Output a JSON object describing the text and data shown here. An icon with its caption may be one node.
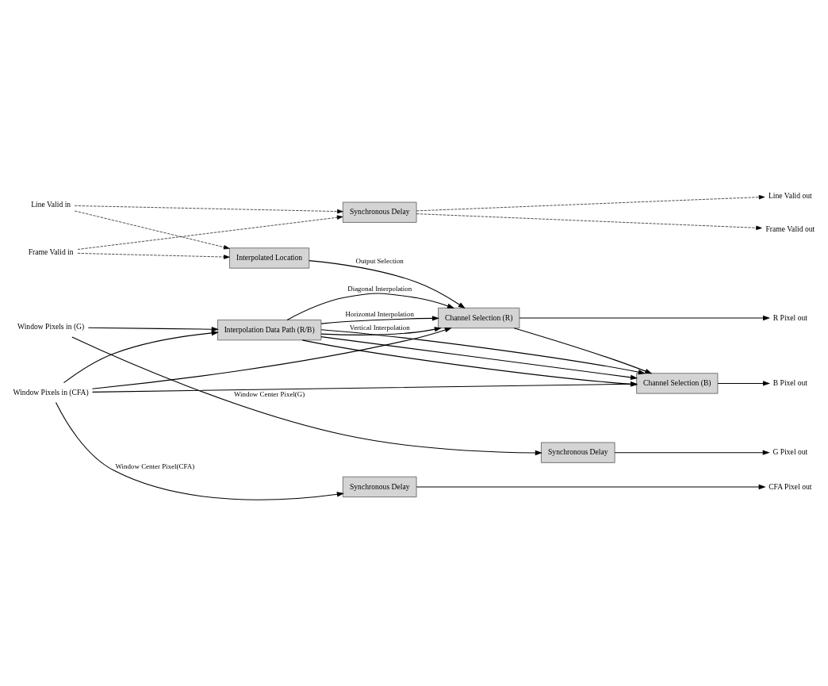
{
  "diagram": {
    "nodes": [
      {
        "text": [
          "Synchronous Delay"
        ]
      },
      {
        "text": [
          "Line Valid out"
        ]
      },
      {
        "text": [
          "Frame Valid out"
        ]
      },
      {
        "text": [
          "Line Valid in"
        ]
      },
      {
        "text": [
          "Interpolated Location"
        ]
      },
      {
        "text": [
          "Frame Valid in"
        ]
      },
      {
        "text": [
          "Channel Selection (R)"
        ]
      },
      {
        "text": [
          "R Pixel out"
        ]
      },
      {
        "text": [
          "Window Pixels in (G)"
        ]
      },
      {
        "text": [
          "Interpolation Data Path (R/B)"
        ]
      },
      {
        "text": [
          "Window Pixels in (CFA)"
        ]
      },
      {
        "text": [
          "Channel Selection (B)"
        ]
      },
      {
        "text": [
          "B Pixel out"
        ]
      },
      {
        "text": [
          "Synchronous Delay"
        ]
      },
      {
        "text": [
          "G Pixel out"
        ]
      },
      {
        "text": [
          "Synchronous Delay"
        ]
      },
      {
        "text": [
          "CFA Pixel out"
        ]
      }
    ],
    "edges": [
      {
        "from": 3,
        "to": 0,
        "arrow": "to",
        "style": "dashed"
      },
      {
        "from": 5,
        "to": 0,
        "arrow": "to",
        "style": "dashed"
      },
      {
        "from": 0,
        "to": 1,
        "arrow": "to",
        "style": "dashed"
      },
      {
        "from": 0,
        "to": 2,
        "arrow": "to",
        "style": "dashed"
      },
      {
        "from": 3,
        "to": 4,
        "arrow": "to",
        "style": "dashed"
      },
      {
        "from": 5,
        "to": 4,
        "arrow": "to",
        "style": "dashed"
      },
      {
        "from": 4,
        "to": 6,
        "arrow": "to",
        "label": "Output Selection"
      },
      {
        "from": 6,
        "to": 11,
        "arrow": "to"
      },
      {
        "from": 6,
        "to": 7,
        "arrow": "to"
      },
      {
        "from": 8,
        "to": 9,
        "arrow": "to"
      },
      {
        "from": 10,
        "to": 9,
        "arrow": "to"
      },
      {
        "from": 9,
        "to": 6,
        "arrow": "to",
        "label": "Diagonal Interpolation"
      },
      {
        "from": 9,
        "to": 11,
        "arrow": "to"
      },
      {
        "from": 9,
        "to": 6,
        "arrow": "to",
        "label": "Horizontal Interpolation"
      },
      {
        "from": 9,
        "to": 11,
        "arrow": "to"
      },
      {
        "from": 9,
        "to": 6,
        "arrow": "to",
        "label": "Vertical Interpolation"
      },
      {
        "from": 9,
        "to": 11,
        "arrow": "to"
      },
      {
        "from": 10,
        "to": 6,
        "arrow": "to"
      },
      {
        "from": 10,
        "to": 11,
        "arrow": "to"
      },
      {
        "from": 11,
        "to": 12,
        "arrow": "to"
      },
      {
        "from": 8,
        "to": 13,
        "arrow": "to",
        "label": "Window Center Pixel(G)"
      },
      {
        "from": 13,
        "to": 14,
        "arrow": "to"
      },
      {
        "from": 10,
        "to": 15,
        "arrow": "to",
        "label": "Window Center Pixel(CFA)"
      },
      {
        "from": 15,
        "to": 16,
        "arrow": "to"
      }
    ]
  }
}
